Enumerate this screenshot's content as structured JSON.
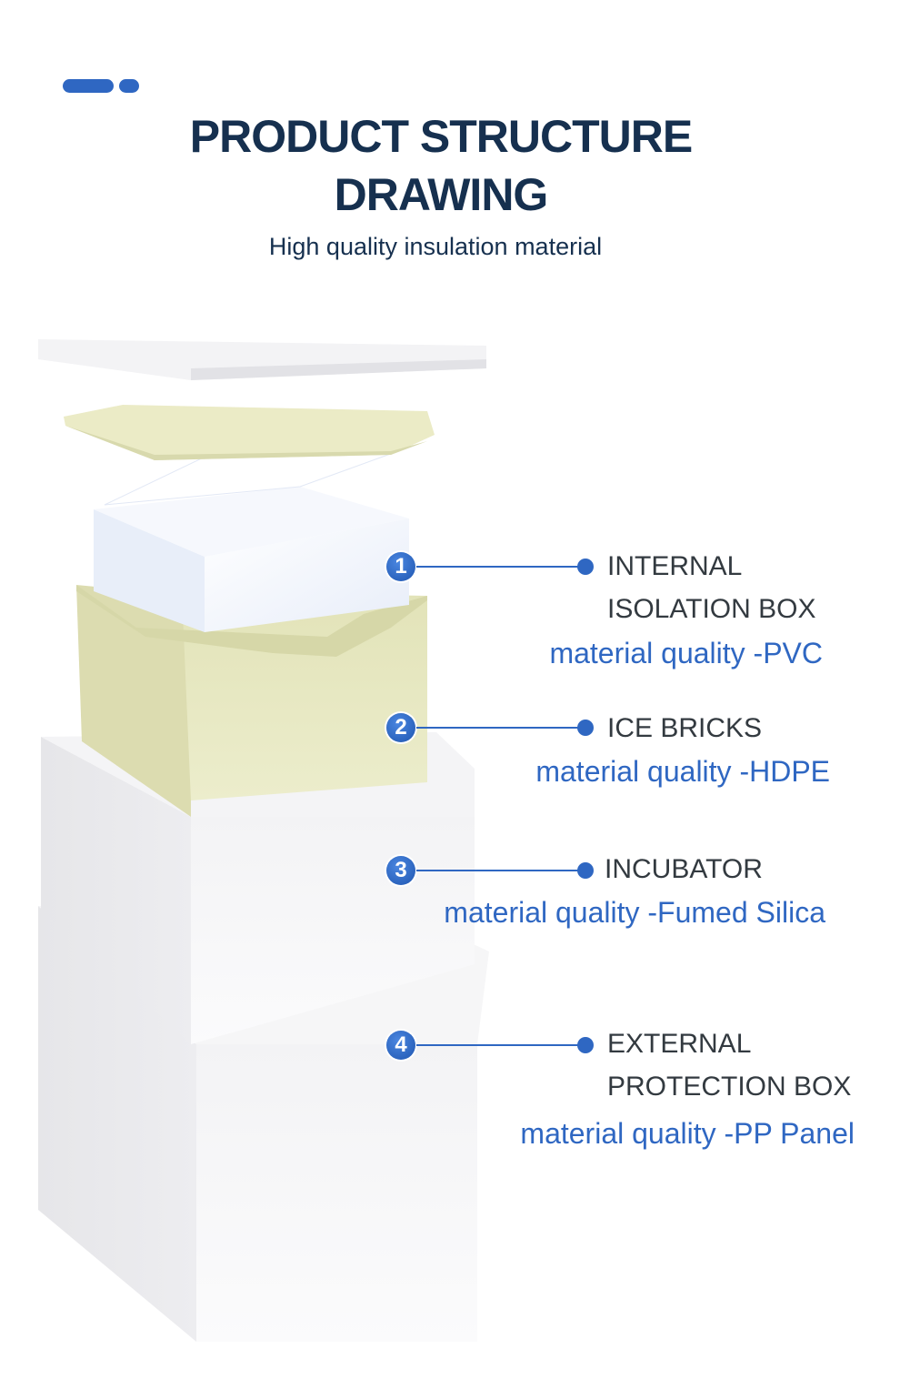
{
  "header": {
    "title_line1": "PRODUCT STRUCTURE",
    "title_line2": "DRAWING",
    "subtitle": "High quality insulation material"
  },
  "colors": {
    "accent": "#2f67c2",
    "title": "#16304f",
    "label": "#333a40",
    "foam": "#f1f1f3",
    "ice_brick": "#e6e7c0",
    "inner_box": "#eef2fb"
  },
  "components": [
    {
      "number": "1",
      "name_line1": "INTERNAL",
      "name_line2": "ISOLATION BOX",
      "quality": "material quality -PVC"
    },
    {
      "number": "2",
      "name_line1": "ICE BRICKS",
      "name_line2": "",
      "quality": "material quality -HDPE"
    },
    {
      "number": "3",
      "name_line1": "INCUBATOR",
      "name_line2": "",
      "quality": "material quality -Fumed Silica"
    },
    {
      "number": "4",
      "name_line1": "EXTERNAL",
      "name_line2": "PROTECTION BOX",
      "quality": "material quality -PP Panel"
    }
  ]
}
